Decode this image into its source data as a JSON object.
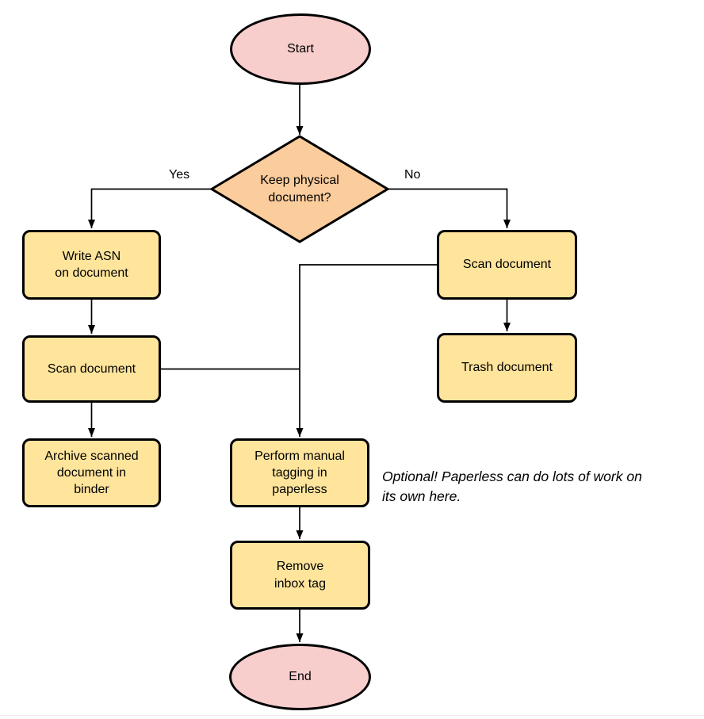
{
  "diagram": {
    "nodes": {
      "start": {
        "label": "Start",
        "shape": "ellipse"
      },
      "decision": {
        "label": "Keep physical\ndocument?",
        "shape": "diamond"
      },
      "write_asn": {
        "label": "Write ASN\non document",
        "shape": "rounded-rect"
      },
      "scan_left": {
        "label": "Scan document",
        "shape": "rounded-rect"
      },
      "archive": {
        "label": "Archive scanned\ndocument in\nbinder",
        "shape": "rounded-rect"
      },
      "scan_right": {
        "label": "Scan document",
        "shape": "rounded-rect"
      },
      "trash": {
        "label": "Trash document",
        "shape": "rounded-rect"
      },
      "tagging": {
        "label": "Perform manual\ntagging in\npaperless",
        "shape": "rounded-rect"
      },
      "remove_inbox": {
        "label": "Remove\ninbox tag",
        "shape": "rounded-rect"
      },
      "end": {
        "label": "End",
        "shape": "ellipse"
      }
    },
    "edge_labels": {
      "yes": "Yes",
      "no": "No"
    },
    "note": "Optional! Paperless can do lots of work on\nits own here."
  },
  "colors": {
    "terminal_fill": "#f8cecc",
    "decision_fill": "#fbcc9c",
    "process_fill": "#ffe49c",
    "stroke": "#000000",
    "bottom_rule": "#e8e8e8"
  }
}
